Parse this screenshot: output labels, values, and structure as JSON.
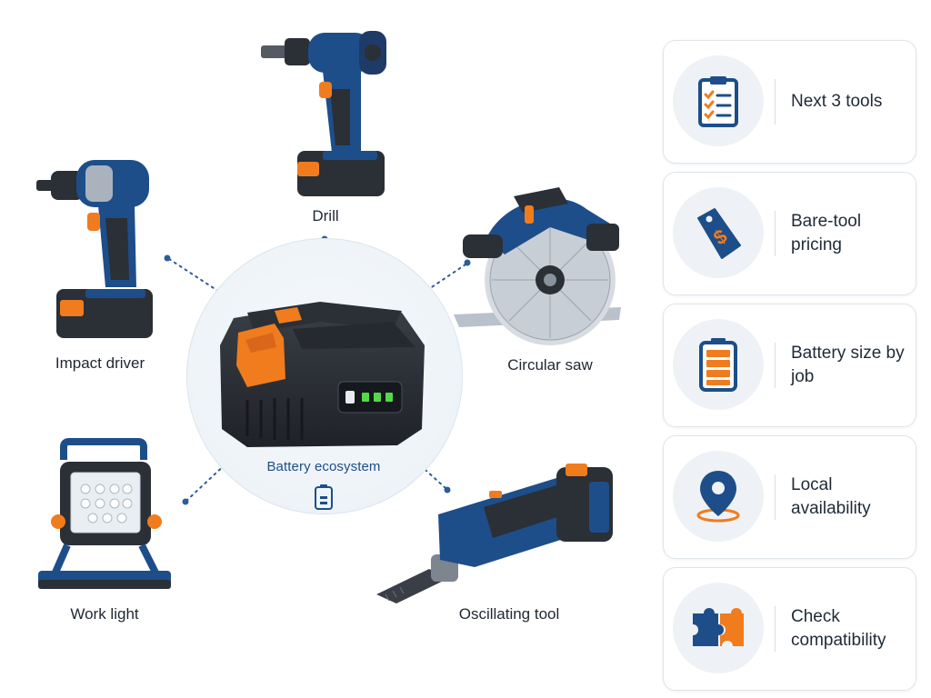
{
  "hub": {
    "label": "Battery ecosystem",
    "icon": "battery-icon"
  },
  "tools": [
    {
      "id": "drill",
      "label": "Drill",
      "icon": "drill-icon"
    },
    {
      "id": "impact-driver",
      "label": "Impact driver",
      "icon": "impact-driver-icon"
    },
    {
      "id": "circular-saw",
      "label": "Circular saw",
      "icon": "circular-saw-icon"
    },
    {
      "id": "work-light",
      "label": "Work light",
      "icon": "work-light-icon"
    },
    {
      "id": "oscillating-tool",
      "label": "Oscillating tool",
      "icon": "oscillating-tool-icon"
    }
  ],
  "cards": [
    {
      "label": "Next 3 tools",
      "icon": "clipboard-checklist-icon"
    },
    {
      "label": "Bare-tool pricing",
      "icon": "price-tag-icon"
    },
    {
      "label": "Battery size by job",
      "icon": "battery-level-icon"
    },
    {
      "label": "Local availability",
      "icon": "location-pin-icon"
    },
    {
      "label": "Check compatibility",
      "icon": "puzzle-icon"
    }
  ],
  "colors": {
    "navy": "#1d4e89",
    "orange": "#f07c1e",
    "tool_black": "#2b2f36",
    "led_green": "#54d84a"
  }
}
